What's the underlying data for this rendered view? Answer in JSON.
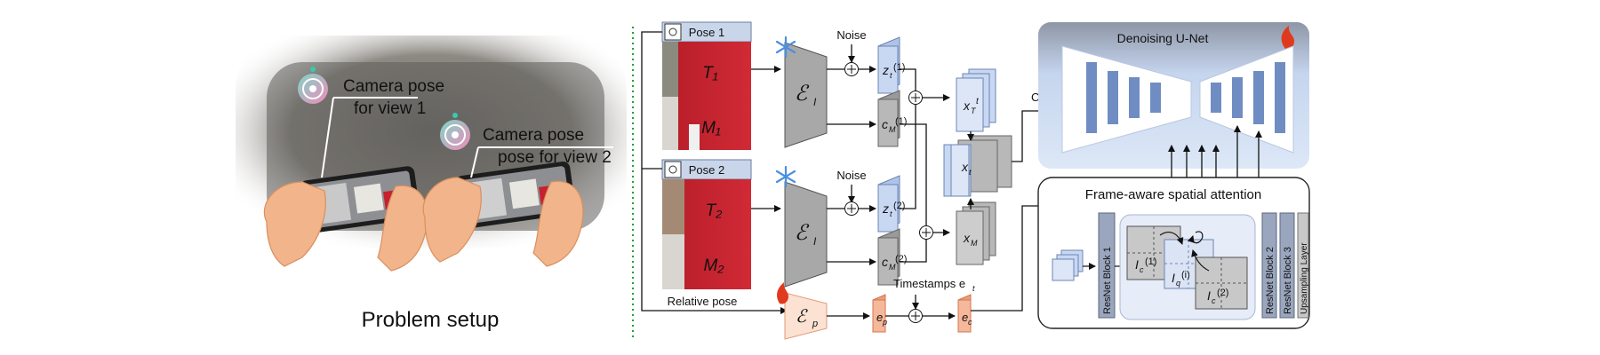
{
  "left_panel": {
    "caption": "Problem setup",
    "callout_1": {
      "line1": "Camera pose",
      "line2": "for view 1"
    },
    "callout_2": {
      "line1": "Camera pose",
      "line2": "pose for view 2"
    }
  },
  "inputs": {
    "pose_1_label": "Pose 1",
    "pose_2_label": "Pose 2",
    "t1": "T₁",
    "m1": "M₁",
    "t2": "T₂",
    "m2": "M₂",
    "relative_pose": "Relative pose"
  },
  "encoders": {
    "image_encoder": "ℰ",
    "image_encoder_sub": "I",
    "pose_encoder": "ℰ",
    "pose_encoder_sub": "p"
  },
  "flow": {
    "noise": "Noise",
    "zt1": "z",
    "zt1_sub": "t",
    "zt1_sup": "(1)",
    "cm1": "c",
    "cm1_sub": "M",
    "cm1_sup": "(1)",
    "zt2": "z",
    "zt2_sub": "t",
    "zt2_sup": "(2)",
    "cm2": "c",
    "cm2_sub": "M",
    "cm2_sup": "(2)",
    "xtt": "x",
    "xtt_sub": "T",
    "xtt_sup": "t",
    "xt": "x",
    "xt_sub": "t",
    "xm": "x",
    "xm_sub": "M",
    "conv": "Conv",
    "timestamps": "Timestamps e",
    "timestamps_sub": "t",
    "ep": "e",
    "ep_sub": "p",
    "ec": "e",
    "ec_sub": "c"
  },
  "unet": {
    "title": "Denoising U-Net"
  },
  "attention": {
    "title": "Frame-aware spatial attention",
    "resnet1": "ResNet Block 1",
    "resnet2": "ResNet Block 2",
    "resnet3": "ResNet Block 3",
    "upsampling": "Upsampling Layer",
    "ic1": "I",
    "ic1_sub": "c",
    "ic1_sup": "(1)",
    "iq": "I",
    "iq_sub": "q",
    "iq_sup": "(i)",
    "ic2": "I",
    "ic2_sub": "c",
    "ic2_sup": "(2)"
  },
  "colors": {
    "frozen": "#4a8fe0",
    "trainable": "#e03a1e",
    "latent_blue": "#c9d8f2",
    "latent_gray": "#b8b8b8",
    "pose_orange": "#f6b89a",
    "unet_bg": "#c9dbf3",
    "divider_green": "#2a9d3a"
  }
}
